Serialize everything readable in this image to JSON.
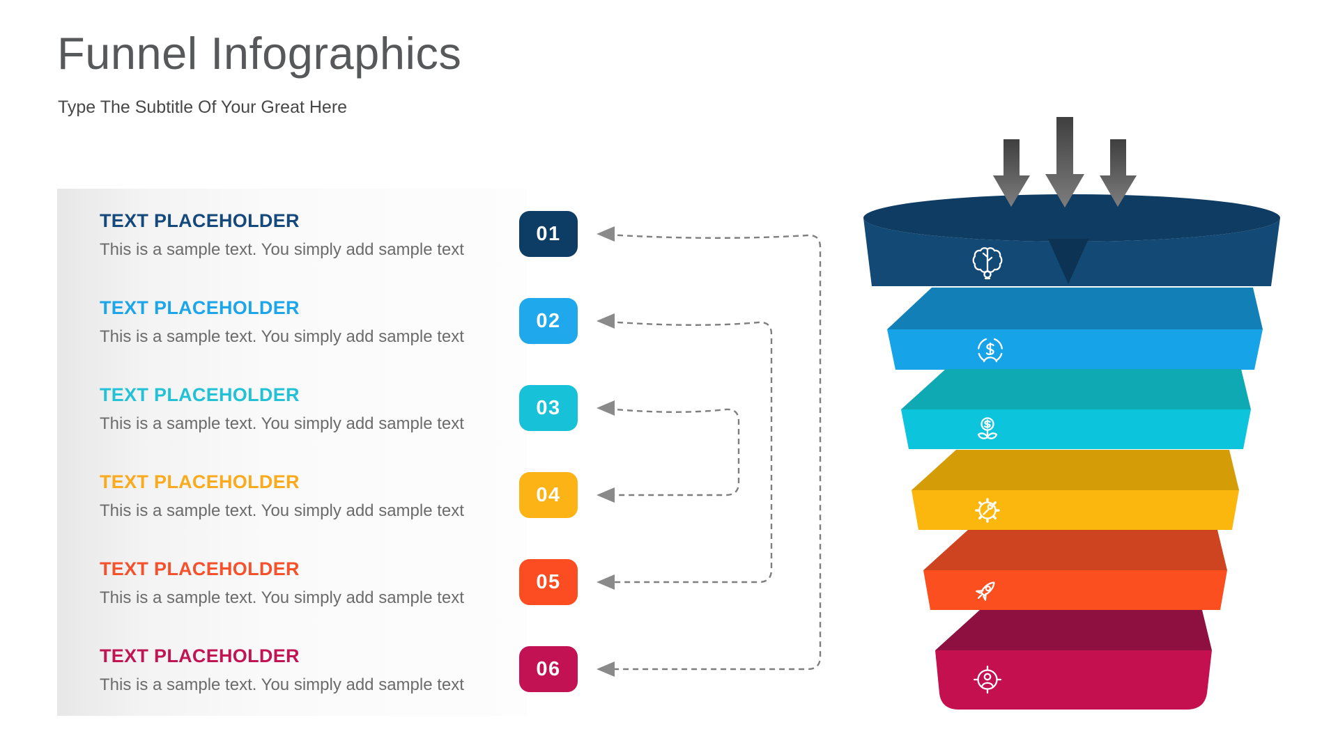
{
  "header": {
    "title": "Funnel Infographics",
    "subtitle": "Type The Subtitle Of Your Great Here"
  },
  "panel": {
    "body_color": "#6b6b6b",
    "items": [
      {
        "number": "01",
        "heading": "TEXT PLACEHOLDER",
        "body": "This is a sample text. You simply add sample text",
        "accent": "#0d3c64",
        "heading_color": "#15487b"
      },
      {
        "number": "02",
        "heading": "TEXT PLACEHOLDER",
        "body": "This is a sample text. You simply add sample text",
        "accent": "#1fa9ec",
        "heading_color": "#1da5ea"
      },
      {
        "number": "03",
        "heading": "TEXT PLACEHOLDER",
        "body": "This is a sample text. You simply add sample text",
        "accent": "#17c2d9",
        "heading_color": "#22c1d6"
      },
      {
        "number": "04",
        "heading": "TEXT PLACEHOLDER",
        "body": "This is a sample text. You simply add sample text",
        "accent": "#fcb316",
        "heading_color": "#f9aa1d"
      },
      {
        "number": "05",
        "heading": "TEXT PLACEHOLDER",
        "body": "This is a sample text. You simply add sample text",
        "accent": "#fc4d22",
        "heading_color": "#f4512c"
      },
      {
        "number": "06",
        "heading": "TEXT PLACEHOLDER",
        "body": "This is a sample text. You simply add sample text",
        "accent": "#c31254",
        "heading_color": "#c11553"
      }
    ]
  },
  "connectors": {
    "color": "#7e7e7e",
    "arrowhead_color": "#8a8a8a",
    "pairs": [
      [
        "01",
        "06"
      ],
      [
        "02",
        "05"
      ],
      [
        "03",
        "04"
      ]
    ]
  },
  "funnel": {
    "inflow_arrows": {
      "count": 3,
      "color_top": "#3f3f3f",
      "color_bottom": "#7d7d7d"
    },
    "layers": [
      {
        "icon": "idea-brain-icon",
        "top": "#0f3c63",
        "front": "#134a75",
        "notch": "#0c3254"
      },
      {
        "icon": "investment-icon",
        "top": "#1280b7",
        "front": "#16a3e8"
      },
      {
        "icon": "money-growth-icon",
        "top": "#0fa9b4",
        "front": "#0cc5dc"
      },
      {
        "icon": "service-gear-icon",
        "top": "#d49c06",
        "front": "#fcb70f"
      },
      {
        "icon": "rocket-icon",
        "top": "#cf4420",
        "front": "#fc4f1f"
      },
      {
        "icon": "target-audience-icon",
        "top": "#8e1040",
        "front": "#c4104f"
      }
    ]
  }
}
